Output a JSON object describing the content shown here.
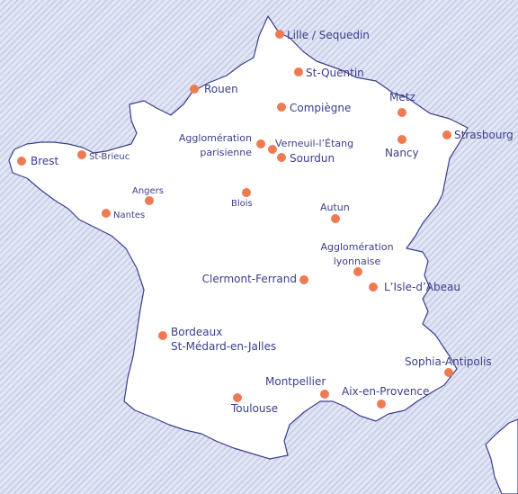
{
  "colors": {
    "land": "#ffffff",
    "outline": "#3b3f8c",
    "dot": "#ef7a52",
    "label": "#3b3f8c",
    "hatch_light": "#e3e6f5",
    "hatch_dark": "#cbd1ea"
  },
  "cities": [
    {
      "id": "lille",
      "label": "Lille / Sequedin"
    },
    {
      "id": "st-quentin",
      "label": "St-Quentin"
    },
    {
      "id": "rouen",
      "label": "Rouen"
    },
    {
      "id": "compiegne",
      "label": "Compiègne"
    },
    {
      "id": "metz",
      "label": "Metz"
    },
    {
      "id": "strasbourg",
      "label": "Strasbourg"
    },
    {
      "id": "nancy",
      "label": "Nancy"
    },
    {
      "id": "paris",
      "label": "Agglomération parisienne",
      "lines": [
        "Agglomération",
        "parisienne"
      ]
    },
    {
      "id": "verneuil",
      "label": "Verneuil-l’Étang"
    },
    {
      "id": "sourdun",
      "label": "Sourdun"
    },
    {
      "id": "brest",
      "label": "Brest"
    },
    {
      "id": "st-brieuc",
      "label": "St-Brieuc"
    },
    {
      "id": "angers",
      "label": "Angers"
    },
    {
      "id": "nantes",
      "label": "Nantes"
    },
    {
      "id": "blois",
      "label": "Blois"
    },
    {
      "id": "autun",
      "label": "Autun"
    },
    {
      "id": "lyon",
      "label": "Agglomération lyonnaise",
      "lines": [
        "Agglomération",
        "lyonnaise"
      ]
    },
    {
      "id": "clermont",
      "label": "Clermont-Ferrand"
    },
    {
      "id": "isle-abeau",
      "label": "L’Isle-d’Abeau"
    },
    {
      "id": "bordeaux",
      "label": "Bordeaux St-Médard-en-Jalles",
      "lines": [
        "Bordeaux",
        "St-Médard-en-Jalles"
      ]
    },
    {
      "id": "sophia",
      "label": "Sophia-Antipolis"
    },
    {
      "id": "montpellier",
      "label": "Montpellier"
    },
    {
      "id": "aix",
      "label": "Aix-en-Provence"
    },
    {
      "id": "toulouse",
      "label": "Toulouse"
    }
  ]
}
